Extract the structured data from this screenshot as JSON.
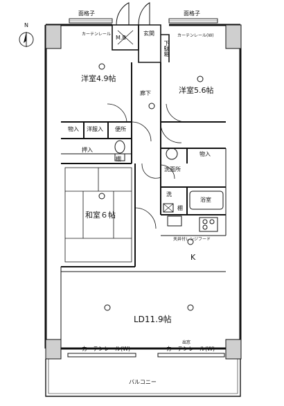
{
  "compass": {
    "north": "N"
  },
  "top": {
    "lattice_left": "面格子",
    "lattice_right": "面格子",
    "mb": "M.B",
    "entrance": "玄関",
    "shoe_storage": "下駄箱"
  },
  "curtain": {
    "top_left": "カーテンレール",
    "top_right": "カーテンレール(W)",
    "bottom_left": "カーテンレール(W)",
    "bottom_right": "カーテンレール(W)",
    "window": "出窓"
  },
  "rooms": {
    "western1": "洋室4.9帖",
    "western2": "洋室5.6帖",
    "hallway": "廊下",
    "closet1": "物入",
    "closet2": "洋服入",
    "toilet": "便所",
    "oshiire": "押入",
    "shelf1": "棚",
    "closet3": "物入",
    "washroom": "洗面所",
    "washer": "洗",
    "shelf2": "棚",
    "bath": "浴室",
    "japanese": "和室６帖",
    "range_hood": "天井付レンジフード",
    "kitchen": "K",
    "ld": "LD11.9帖"
  },
  "balcony": "バルコニー"
}
